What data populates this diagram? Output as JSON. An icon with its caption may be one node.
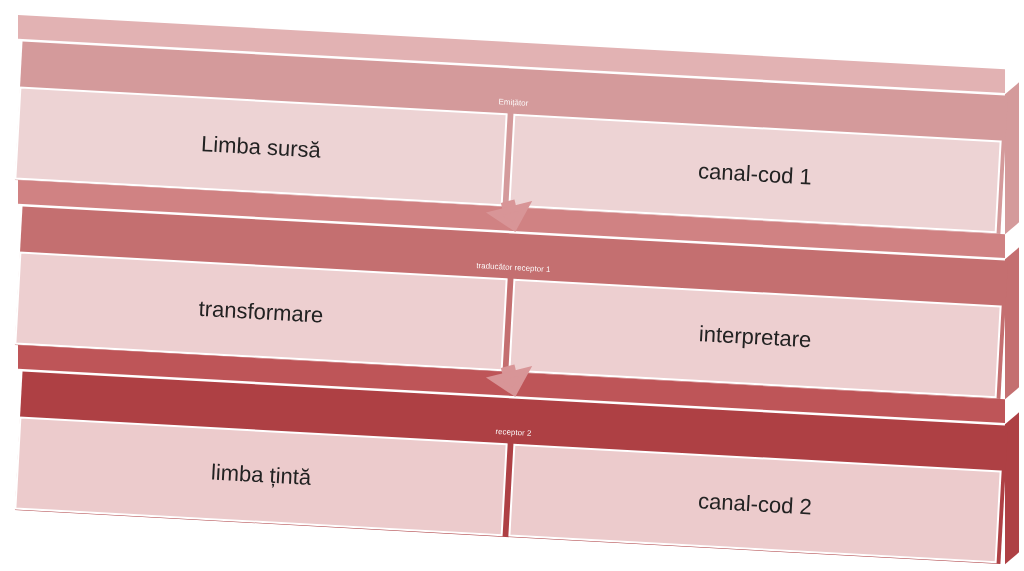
{
  "diagram": {
    "nodes": [
      {
        "text": [
          "Emițător"
        ]
      },
      {
        "text": [
          "Limba sursă"
        ],
        "in": 0
      },
      {
        "text": [
          "canal-cod 1"
        ],
        "in": 0
      },
      {
        "text": [
          "traducător receptor 1"
        ]
      },
      {
        "text": [
          "transformare"
        ],
        "in": 3
      },
      {
        "text": [
          "interpretare"
        ],
        "in": 3
      },
      {
        "text": [
          "receptor 2"
        ]
      },
      {
        "text": [
          "limba țintă"
        ],
        "in": 6
      },
      {
        "text": [
          "canal-cod 2"
        ],
        "in": 6
      }
    ],
    "edges": [
      {
        "from": 0,
        "to": 3,
        "arrow": "to"
      },
      {
        "from": 3,
        "to": 6,
        "arrow": "to"
      }
    ]
  }
}
